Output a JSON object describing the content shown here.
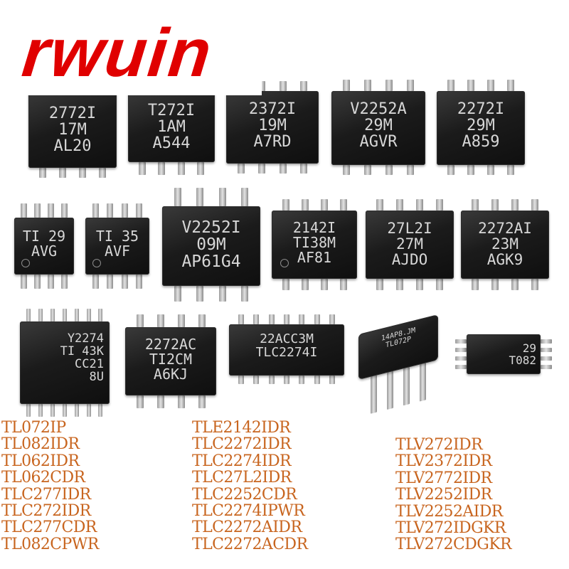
{
  "brand": {
    "logo_text": "rwuin",
    "color": "#e00000"
  },
  "accent_color": "#c8651f",
  "chips": [
    {
      "id": "chip-1",
      "lines": [
        "2772I",
        "17M",
        "AL20"
      ]
    },
    {
      "id": "chip-2",
      "lines": [
        "T272I",
        "1AM",
        "A544"
      ]
    },
    {
      "id": "chip-3",
      "lines": [
        "2372I",
        "19M",
        "A7RD"
      ]
    },
    {
      "id": "chip-4",
      "lines": [
        "V2252A",
        "29M",
        "AGVR"
      ]
    },
    {
      "id": "chip-5",
      "lines": [
        "2272I",
        "29M",
        "A859"
      ]
    },
    {
      "id": "chip-6",
      "lines": [
        "TI 29",
        "AVG"
      ]
    },
    {
      "id": "chip-7",
      "lines": [
        "TI 35",
        "AVF"
      ]
    },
    {
      "id": "chip-8",
      "lines": [
        "V2252I",
        "09M",
        "AP61G4"
      ]
    },
    {
      "id": "chip-9",
      "lines": [
        "2142I",
        "TI38M",
        "AF81"
      ]
    },
    {
      "id": "chip-10",
      "lines": [
        "27L2I",
        "27M",
        "AJDO"
      ]
    },
    {
      "id": "chip-11",
      "lines": [
        "2272AI",
        "23M",
        "AGK9"
      ]
    },
    {
      "id": "chip-12",
      "lines": [
        "Y2274",
        "TI 43K",
        "CC21",
        "8U"
      ]
    },
    {
      "id": "chip-13",
      "lines": [
        "2272AC",
        "TI2CM",
        "A6KJ"
      ]
    },
    {
      "id": "chip-14",
      "lines": [
        "22ACC3M",
        "TLC2274I"
      ]
    },
    {
      "id": "chip-15",
      "lines": [
        "14AP8.JM",
        "TL072P"
      ]
    },
    {
      "id": "chip-16",
      "lines": [
        "29",
        "T082"
      ]
    }
  ],
  "part_numbers": {
    "column_1": [
      "TL072IP",
      "TL082IDR",
      "TL062IDR",
      "TL062CDR",
      "TLC277IDR",
      "TLC272IDR",
      "TLC277CDR",
      "TL082CPWR"
    ],
    "column_2": [
      "TLE2142IDR",
      "TLC2272IDR",
      "TLC2274IDR",
      "TLC27L2IDR",
      "TLC2252CDR",
      "TLC2274IPWR",
      "TLC2272AIDR",
      "TLC2272ACDR"
    ],
    "column_3": [
      "TLV272IDR",
      "TLV2372IDR",
      "TLV2772IDR",
      "TLV2252IDR",
      "TLV2252AIDR",
      "TLV272IDGKR",
      "TLV272CDGKR"
    ]
  }
}
